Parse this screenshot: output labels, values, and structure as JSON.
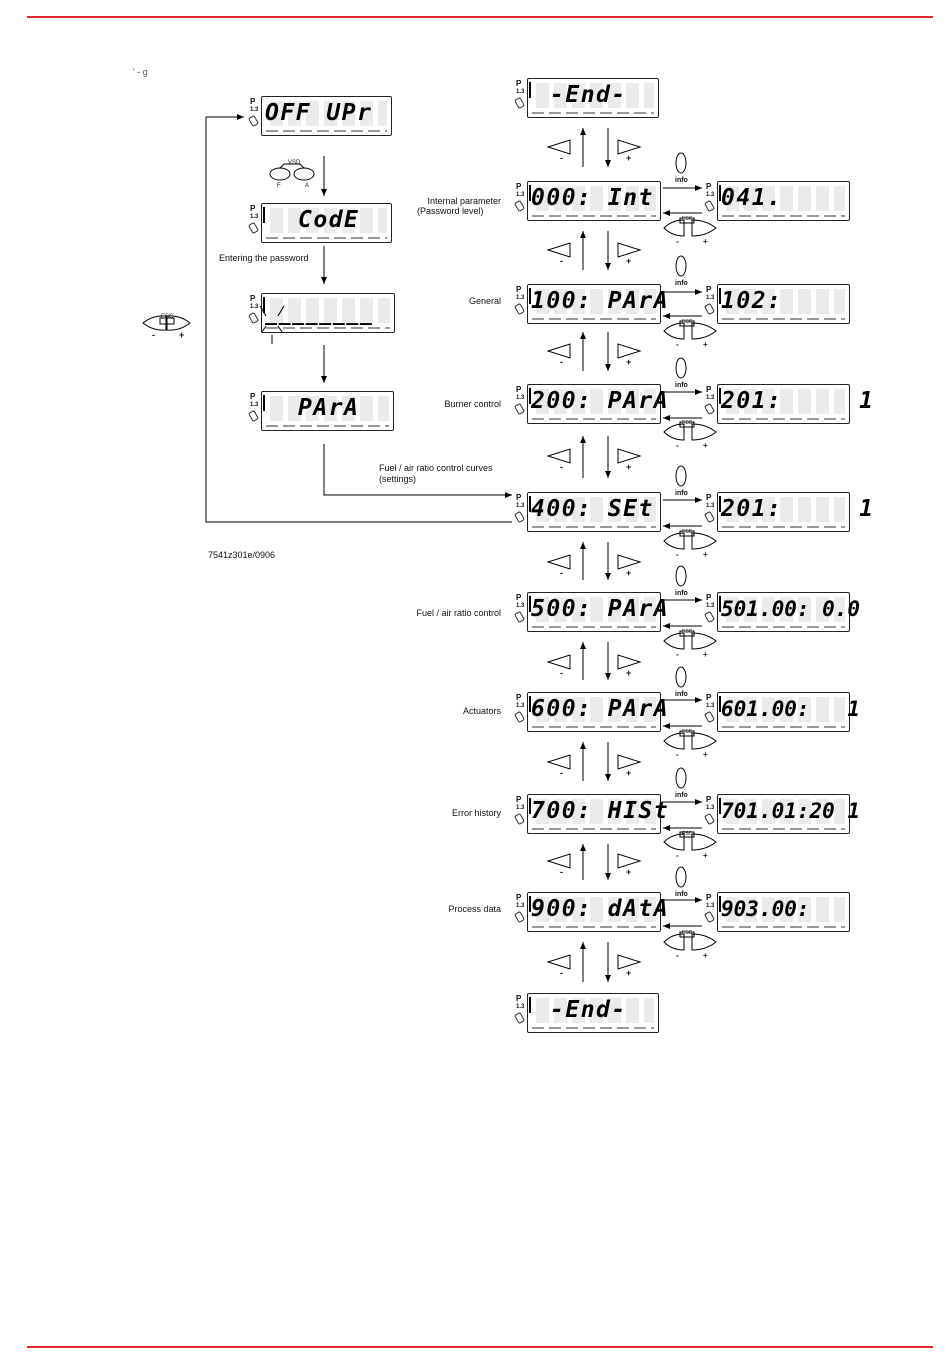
{
  "header_text": "' -           g",
  "displays": {
    "off_upr": "OFF UPr",
    "code": "CodE",
    "password": "________",
    "para_entry": "PArA",
    "end_top": "-End-",
    "int": "000: Int",
    "int_sub": "041.",
    "p100": "100: PArA",
    "p100_sub": "102:",
    "p200": "200: PArA",
    "p200_sub": "201:     1",
    "p400": "400: SEt",
    "p400_sub": "201:     1",
    "p500": "500: PArA",
    "p500_sub": "501.00: 0.0",
    "p600": "600: PArA",
    "p600_sub": "601.00:   1",
    "p700": "700: HISt",
    "p700_sub": "701.01:20 1",
    "p900": "900: dAtA",
    "p900_sub": "903.00:",
    "end_bottom": "-End-"
  },
  "labels": {
    "internal": "Internal parameter",
    "internal_sub": "(Password level)",
    "general": "General",
    "burner": "Burner control",
    "curves": "Fuel / air ratio control curves",
    "curves_sub": "(settings)",
    "fuel_air": "Fuel / air ratio control",
    "actuators": "Actuators",
    "error": "Error history",
    "process": "Process data",
    "entering_password": "Entering the password",
    "figure_code": "7541z301e/0906"
  },
  "keys": {
    "minus": "-",
    "plus": "+",
    "esc": "ESC",
    "vsd": "VSD",
    "f": "F",
    "a": "A",
    "info": "info"
  },
  "indicator": {
    "p": "P"
  },
  "colors": {
    "accent_red": "#e3262f"
  }
}
